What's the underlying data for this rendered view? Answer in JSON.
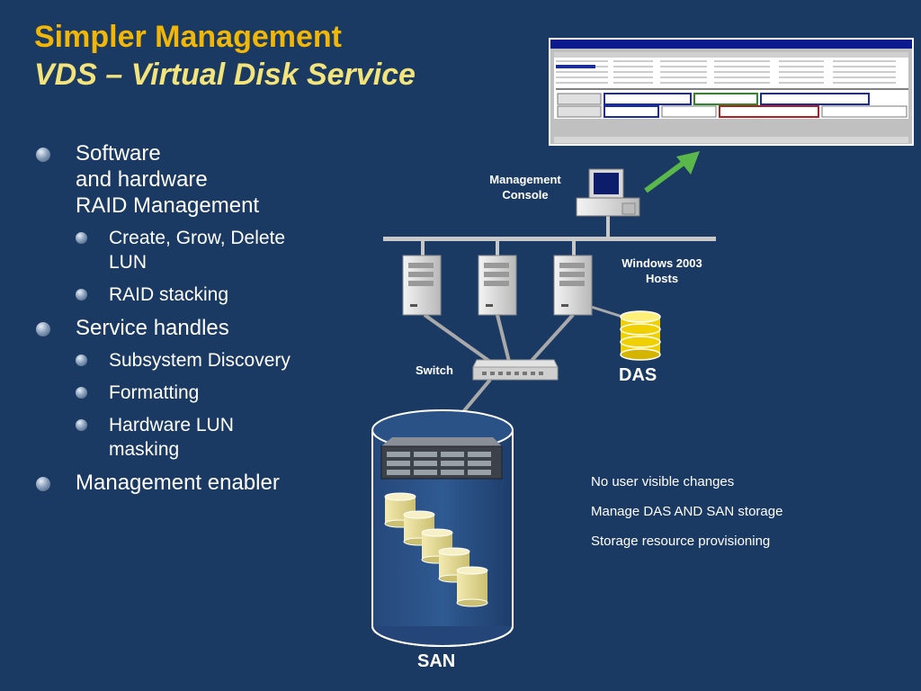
{
  "title": {
    "line1": "Simpler Management",
    "line2": "VDS – Virtual Disk Service"
  },
  "bullets": {
    "item1": {
      "lines": [
        "Software",
        "and hardware",
        "RAID Management"
      ]
    },
    "item1_sub1": {
      "lines": [
        "Create, Grow, Delete",
        "LUN"
      ]
    },
    "item1_sub2": "RAID stacking",
    "item2": "Service handles",
    "item2_sub1": "Subsystem Discovery",
    "item2_sub2": "Formatting",
    "item2_sub3": {
      "lines": [
        "Hardware LUN",
        "masking"
      ]
    },
    "item3": "Management enabler"
  },
  "diagram": {
    "management_console": {
      "lines": [
        "Management",
        "Console"
      ]
    },
    "hosts": {
      "lines": [
        "Windows 2003",
        "Hosts"
      ]
    },
    "switch": "Switch",
    "das": "DAS",
    "san": "SAN"
  },
  "notes": [
    "No user visible changes",
    "Manage DAS AND SAN storage",
    "Storage resource provisioning"
  ],
  "colors": {
    "background": "#1b3a63",
    "title_primary": "#f2b705",
    "title_secondary": "#f2e37a",
    "arrow": "#5ab84a",
    "das_disk": "#f0d000",
    "san_disk": "#e6dc9a"
  }
}
